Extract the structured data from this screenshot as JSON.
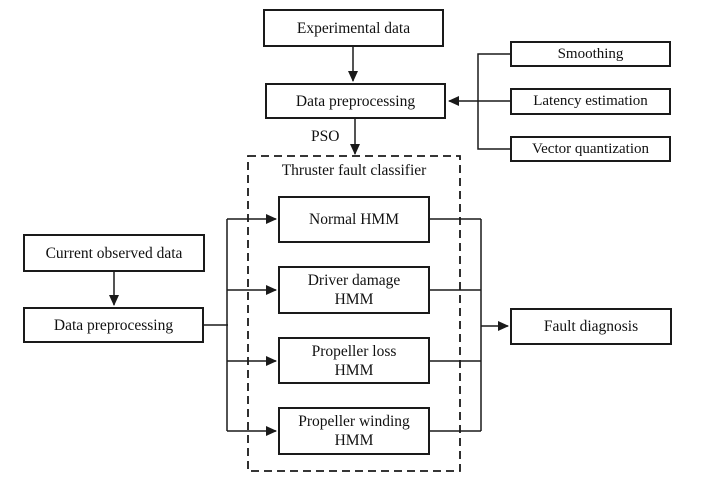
{
  "diagram": {
    "top_flow": {
      "experimental_data": "Experimental data",
      "data_preprocessing": "Data preprocessing",
      "pso_label": "PSO"
    },
    "preprocessing_methods": {
      "smoothing": "Smoothing",
      "latency_estimation": "Latency estimation",
      "vector_quantization": "Vector quantization"
    },
    "left_flow": {
      "current_observed_data": "Current observed data",
      "data_preprocessing": "Data preprocessing"
    },
    "classifier": {
      "title": "Thruster fault classifier",
      "normal_hmm": "Normal HMM",
      "driver_damage_hmm": {
        "line1": "Driver damage",
        "line2": "HMM"
      },
      "propeller_loss_hmm": {
        "line1": "Propeller loss",
        "line2": "HMM"
      },
      "propeller_winding_hmm": {
        "line1": "Propeller winding",
        "line2": "HMM"
      }
    },
    "output": {
      "fault_diagnosis": "Fault diagnosis"
    },
    "colors": {
      "line": "#1a1a1a",
      "box_border": "#1a1a1a",
      "background": "#ffffff",
      "text": "#111111"
    }
  }
}
